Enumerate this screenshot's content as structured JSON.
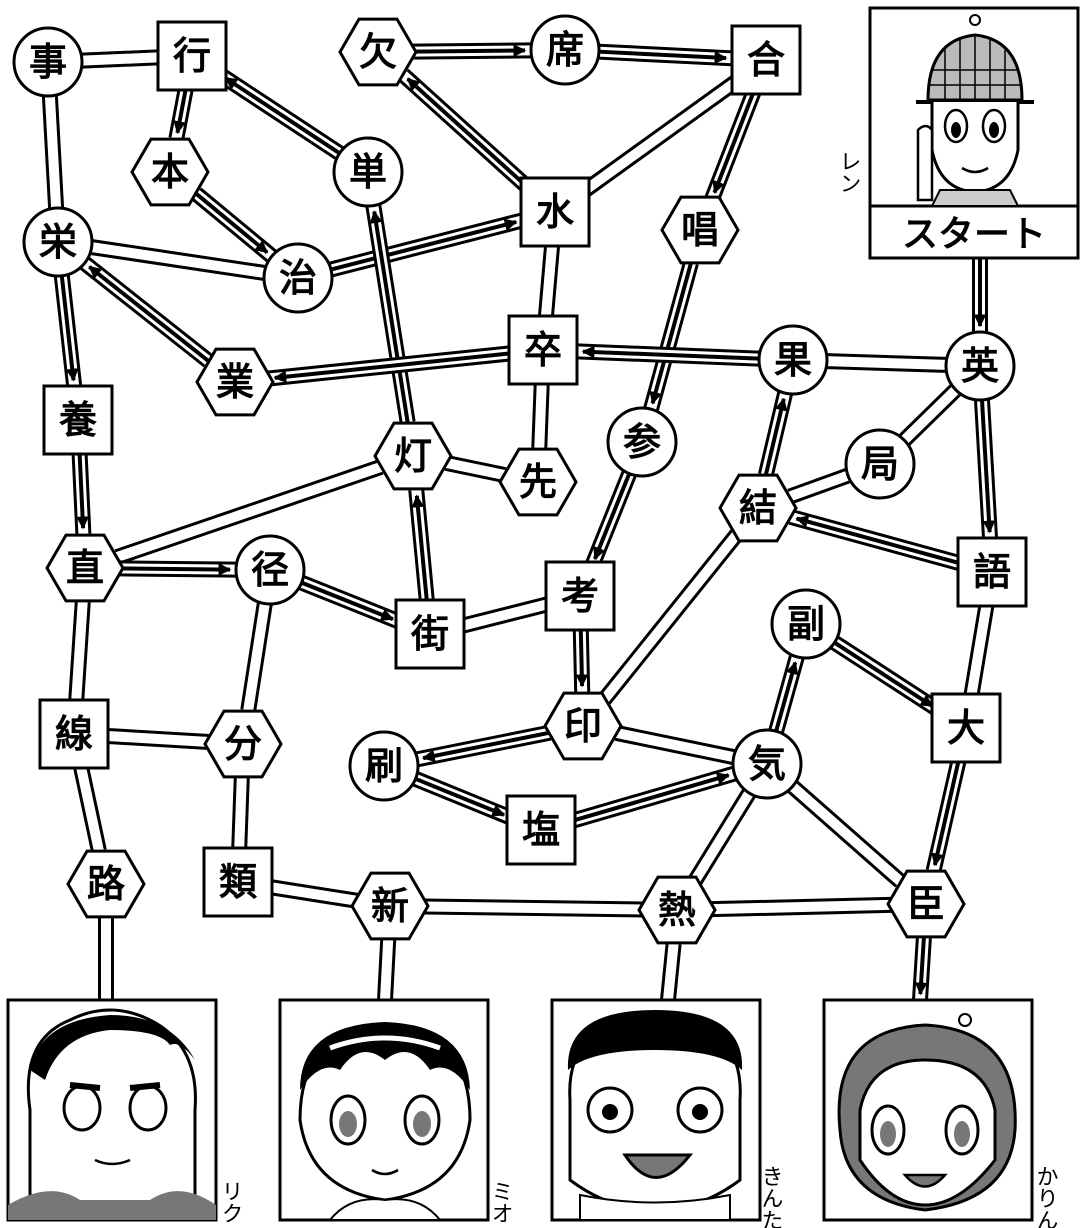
{
  "start": {
    "label": "スタート",
    "character": "レン"
  },
  "nodes": [
    {
      "id": "koto",
      "kanji": "事",
      "shape": "circle"
    },
    {
      "id": "gyo",
      "kanji": "行",
      "shape": "square"
    },
    {
      "id": "ketsu",
      "kanji": "欠",
      "shape": "hexagon"
    },
    {
      "id": "seki",
      "kanji": "席",
      "shape": "circle"
    },
    {
      "id": "go",
      "kanji": "合",
      "shape": "square"
    },
    {
      "id": "hon",
      "kanji": "本",
      "shape": "hexagon"
    },
    {
      "id": "tan",
      "kanji": "単",
      "shape": "circle"
    },
    {
      "id": "sui",
      "kanji": "水",
      "shape": "square"
    },
    {
      "id": "sho",
      "kanji": "唱",
      "shape": "hexagon"
    },
    {
      "id": "ei_sakae",
      "kanji": "栄",
      "shape": "circle"
    },
    {
      "id": "ji",
      "kanji": "治",
      "shape": "circle"
    },
    {
      "id": "sotsu",
      "kanji": "卒",
      "shape": "square"
    },
    {
      "id": "ka",
      "kanji": "果",
      "shape": "circle"
    },
    {
      "id": "ei",
      "kanji": "英",
      "shape": "circle"
    },
    {
      "id": "gyo2",
      "kanji": "業",
      "shape": "hexagon"
    },
    {
      "id": "yo",
      "kanji": "養",
      "shape": "square"
    },
    {
      "id": "to",
      "kanji": "灯",
      "shape": "hexagon"
    },
    {
      "id": "san",
      "kanji": "参",
      "shape": "circle"
    },
    {
      "id": "kyoku",
      "kanji": "局",
      "shape": "circle"
    },
    {
      "id": "sen_saki",
      "kanji": "先",
      "shape": "hexagon"
    },
    {
      "id": "musubi",
      "kanji": "結",
      "shape": "hexagon"
    },
    {
      "id": "choku",
      "kanji": "直",
      "shape": "hexagon"
    },
    {
      "id": "kei",
      "kanji": "径",
      "shape": "circle"
    },
    {
      "id": "ko",
      "kanji": "考",
      "shape": "square"
    },
    {
      "id": "gai",
      "kanji": "街",
      "shape": "square"
    },
    {
      "id": "go2",
      "kanji": "語",
      "shape": "square"
    },
    {
      "id": "fuku",
      "kanji": "副",
      "shape": "circle"
    },
    {
      "id": "in",
      "kanji": "印",
      "shape": "hexagon"
    },
    {
      "id": "sen",
      "kanji": "線",
      "shape": "square"
    },
    {
      "id": "bun",
      "kanji": "分",
      "shape": "hexagon"
    },
    {
      "id": "dai",
      "kanji": "大",
      "shape": "square"
    },
    {
      "id": "satsu",
      "kanji": "刷",
      "shape": "circle"
    },
    {
      "id": "ki",
      "kanji": "気",
      "shape": "circle"
    },
    {
      "id": "en",
      "kanji": "塩",
      "shape": "square"
    },
    {
      "id": "ro",
      "kanji": "路",
      "shape": "hexagon"
    },
    {
      "id": "rui",
      "kanji": "類",
      "shape": "square"
    },
    {
      "id": "shin",
      "kanji": "新",
      "shape": "hexagon"
    },
    {
      "id": "netsu",
      "kanji": "熱",
      "shape": "hexagon"
    },
    {
      "id": "shin2",
      "kanji": "臣",
      "shape": "hexagon"
    }
  ],
  "characters": [
    {
      "id": "riku",
      "name": "リク"
    },
    {
      "id": "mio",
      "name": "ミオ"
    },
    {
      "id": "kinta",
      "name": "きんた"
    },
    {
      "id": "karin",
      "name": "かりん"
    }
  ],
  "colors": {
    "line": "#000000",
    "background": "#ffffff",
    "hair": "#777777",
    "cap": "#bbbbbb"
  }
}
